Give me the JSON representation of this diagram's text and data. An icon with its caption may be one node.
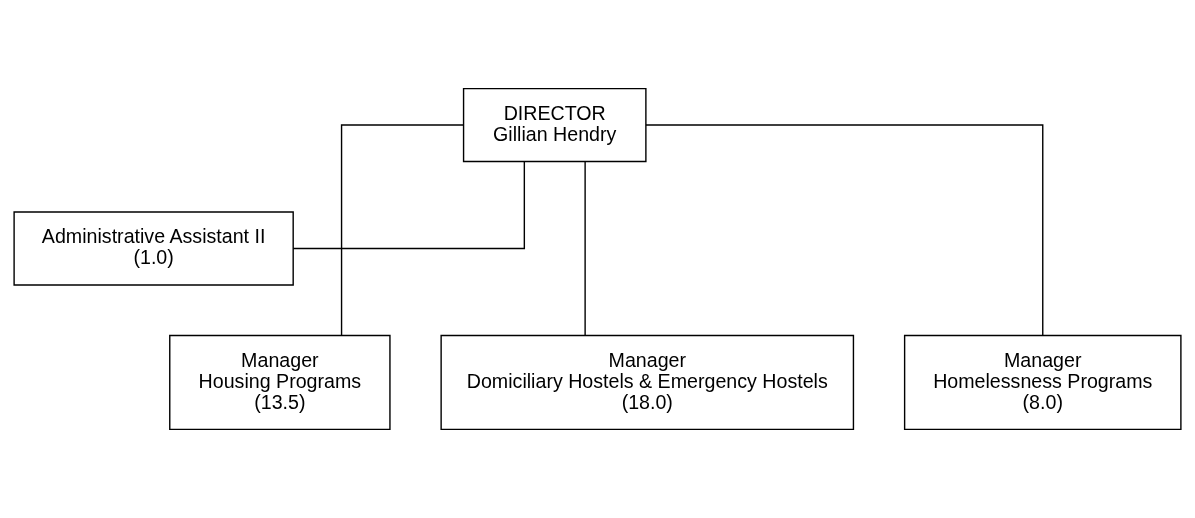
{
  "diagram": {
    "nodes": [
      {
        "text": [
          "DIRECTOR",
          "Gillian Hendry"
        ]
      },
      {
        "text": [
          "Administrative Assistant II",
          "(1.0)"
        ]
      },
      {
        "text": [
          "Manager",
          "Housing Programs",
          "(13.5)"
        ]
      },
      {
        "text": [
          "Manager",
          "Domiciliary Hostels & Emergency Hostels",
          "(18.0)"
        ]
      },
      {
        "text": [
          "Manager",
          "Homelessness Programs",
          "(8.0)"
        ]
      }
    ],
    "edges": [
      {
        "from": 0,
        "to": 1,
        "arrow": "none"
      },
      {
        "from": 0,
        "to": 2,
        "arrow": "none"
      },
      {
        "from": 0,
        "to": 3,
        "arrow": "none"
      },
      {
        "from": 0,
        "to": 4,
        "arrow": "none"
      }
    ]
  }
}
